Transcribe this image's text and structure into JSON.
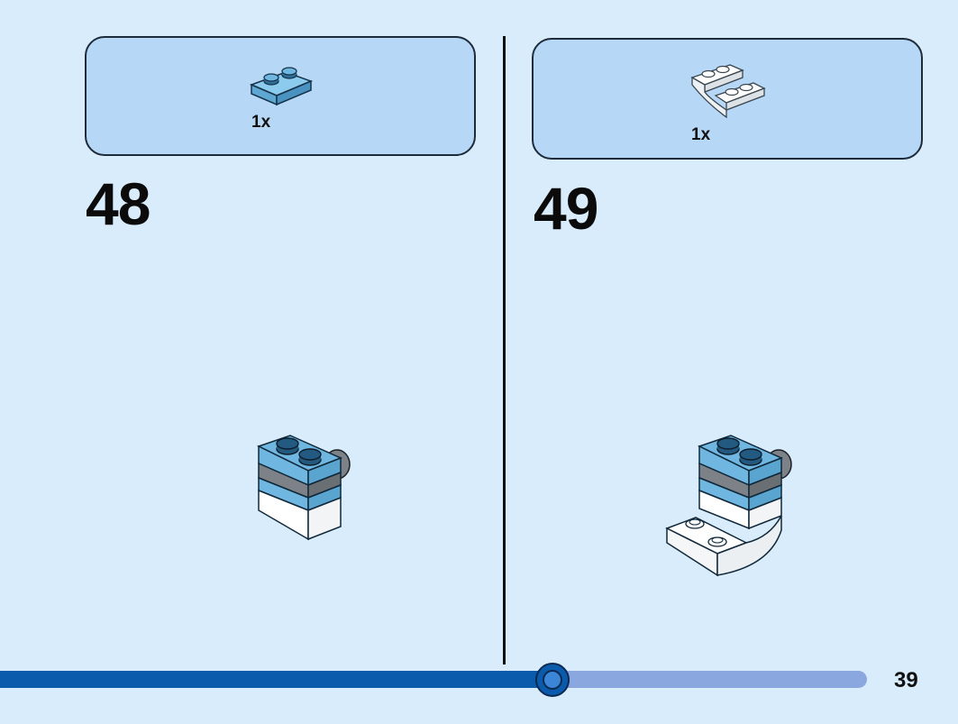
{
  "steps": [
    {
      "number": "48",
      "parts": [
        {
          "qty": "1x",
          "part": "light-blue-plate-1x2-icon"
        }
      ]
    },
    {
      "number": "49",
      "parts": [
        {
          "qty": "1x",
          "part": "white-inverted-slope-2x2-icon"
        }
      ]
    }
  ],
  "progress": {
    "fraction": 0.6
  },
  "page": {
    "number": "39"
  },
  "colors": {
    "background": "#d9ecfb",
    "parts_box": "#b6d8f6",
    "progress_fill": "#0b5bad",
    "progress_track": "#8aa8df",
    "brick_light_blue": "#6fb6e0",
    "brick_gray": "#7c8287",
    "brick_white": "#ffffff"
  }
}
